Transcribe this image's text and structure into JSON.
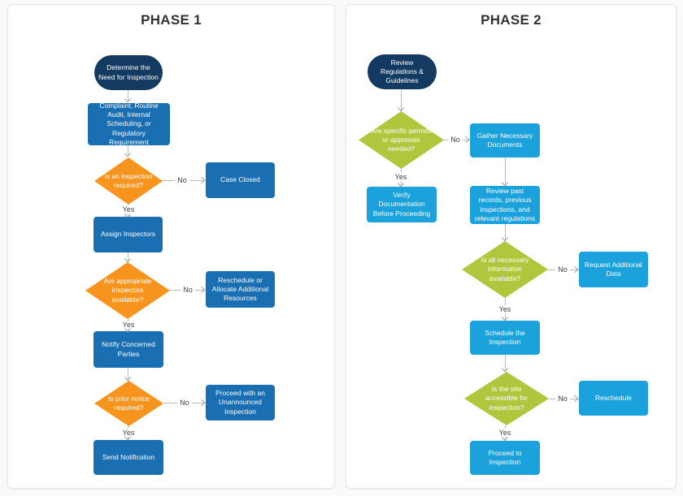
{
  "p1": {
    "title": "PHASE 1",
    "nodes": {
      "start": "Determine the Need for Inspection",
      "trigger": "Complaint, Routine Audit, Internal Scheduling, or Regulatory Requirement",
      "d1": "Is an inspection required?",
      "case_closed": "Case Closed",
      "assign": "Assign Inspectors",
      "d2": "Are appropriate inspectors available?",
      "reschedule": "Reschedule or Allocate Additional Resources",
      "notify": "Notify Concerned Parties",
      "d3": "Is prior notice required?",
      "unannounced": "Proceed with an Unannounced Inspection",
      "send": "Send Notification"
    }
  },
  "p2": {
    "title": "PHASE 2",
    "nodes": {
      "start": "Review Regulations & Guidelines",
      "d1": "Are specific permits or approvals needed?",
      "gather": "Gather Necessary Documents",
      "verify": "Verify Documentation Before Proceeding",
      "review": "Review past records, previous inspections, and relevant regulations",
      "d2": "Is all necessary information available?",
      "request": "Request Additional Data",
      "schedule": "Schedule the Inspection",
      "d3": "Is the site accessible for inspection?",
      "reschedule": "Reschedule",
      "proceed": "Proceed to Inspection"
    }
  },
  "edge_labels": {
    "yes": "Yes",
    "no": "No"
  },
  "colors": {
    "terminator_navy": "#133a61",
    "process_blue_phase1": "#1a6eb2",
    "process_blue_phase2": "#1ba1dc",
    "decision_orange_phase1": "#f7941e",
    "decision_green_phase2": "#afc63d",
    "connector_gray": "#b9b9b9"
  }
}
